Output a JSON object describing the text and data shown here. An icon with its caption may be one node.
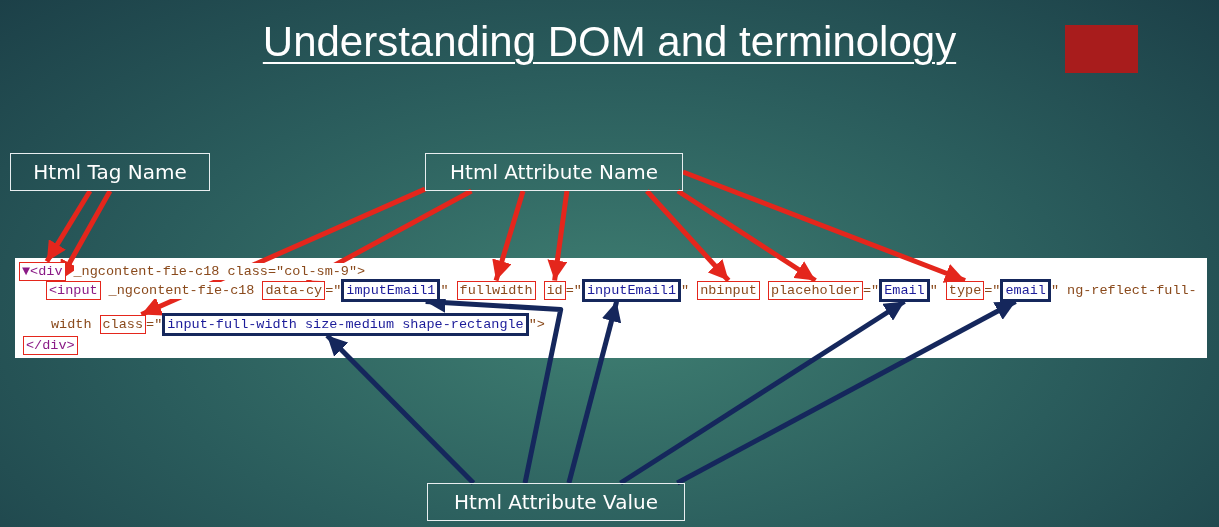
{
  "diagram": {
    "title": "Understanding DOM and terminology",
    "nodes": [
      {
        "text": [
          "Html Tag Name"
        ]
      },
      {
        "text": [
          "Html Attribute Name"
        ]
      },
      {
        "text": [
          "Html Attribute Value"
        ]
      },
      {
        "text": [],
        "shape": "box"
      },
      {
        "text": [
          "▼<div"
        ],
        "in": 3
      },
      {
        "text": [
          "<input"
        ],
        "in": 3
      },
      {
        "text": [
          "data-cy"
        ],
        "in": 3
      },
      {
        "text": [
          "imputEmail1"
        ],
        "in": 3
      },
      {
        "text": [
          "fullwidth"
        ],
        "in": 3
      },
      {
        "text": [
          "id"
        ],
        "in": 3
      },
      {
        "text": [
          "inputEmail1"
        ],
        "in": 3
      },
      {
        "text": [
          "nbinput"
        ],
        "in": 3
      },
      {
        "text": [
          "placeholder"
        ],
        "in": 3
      },
      {
        "text": [
          "Email"
        ],
        "in": 3
      },
      {
        "text": [
          "type"
        ],
        "in": 3
      },
      {
        "text": [
          "email"
        ],
        "in": 3
      },
      {
        "text": [
          "class"
        ],
        "in": 3
      },
      {
        "text": [
          "input-full-width size-medium shape-rectangle"
        ],
        "in": 3
      },
      {
        "text": [
          "</div>"
        ],
        "in": 3
      }
    ],
    "edges": [
      {
        "from": 0,
        "to": 4,
        "arrow": "to"
      },
      {
        "from": 0,
        "to": 5,
        "arrow": "to"
      },
      {
        "from": 1,
        "to": 16,
        "arrow": "to"
      },
      {
        "from": 1,
        "to": 6,
        "arrow": "to"
      },
      {
        "from": 1,
        "to": 8,
        "arrow": "to"
      },
      {
        "from": 1,
        "to": 9,
        "arrow": "to"
      },
      {
        "from": 1,
        "to": 11,
        "arrow": "to"
      },
      {
        "from": 1,
        "to": 12,
        "arrow": "to"
      },
      {
        "from": 1,
        "to": 14,
        "arrow": "to"
      },
      {
        "from": 2,
        "to": 17,
        "arrow": "to",
        "color": "#15275c"
      },
      {
        "from": 2,
        "to": 7,
        "arrow": "to",
        "color": "#15275c"
      },
      {
        "from": 2,
        "to": 10,
        "arrow": "to",
        "color": "#15275c"
      },
      {
        "from": 2,
        "to": 13,
        "arrow": "to",
        "color": "#15275c"
      },
      {
        "from": 2,
        "to": 15,
        "arrow": "to",
        "color": "#15275c"
      }
    ],
    "labels": [
      "_ngcontent-fie-c18 class=\"col-sm-9\">",
      "_ngcontent-fie-c18",
      "=\"",
      "\"",
      "=\"",
      "\"",
      "=\"",
      "\"",
      "=\"",
      "\"",
      "ng-reflect-full-",
      "width",
      "=\"",
      "\">"
    ]
  }
}
